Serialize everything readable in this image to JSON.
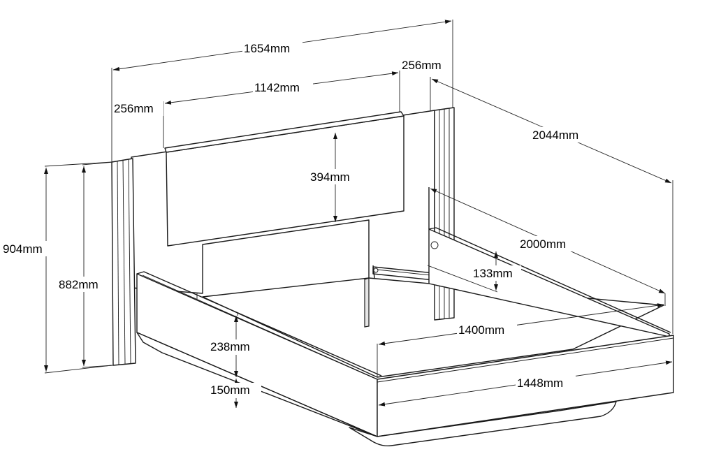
{
  "dimensions": {
    "overall_width": "1654mm",
    "headboard_width": "1142mm",
    "post_width_left": "256mm",
    "post_width_right": "256mm",
    "overall_length": "2044mm",
    "overall_height": "904mm",
    "post_height": "882mm",
    "headboard_height": "394mm",
    "mattress_length": "2000mm",
    "slat_support_height": "133mm",
    "mattress_width": "1400mm",
    "frame_height": "238mm",
    "ground_clearance": "150mm",
    "frame_width": "1448mm"
  }
}
